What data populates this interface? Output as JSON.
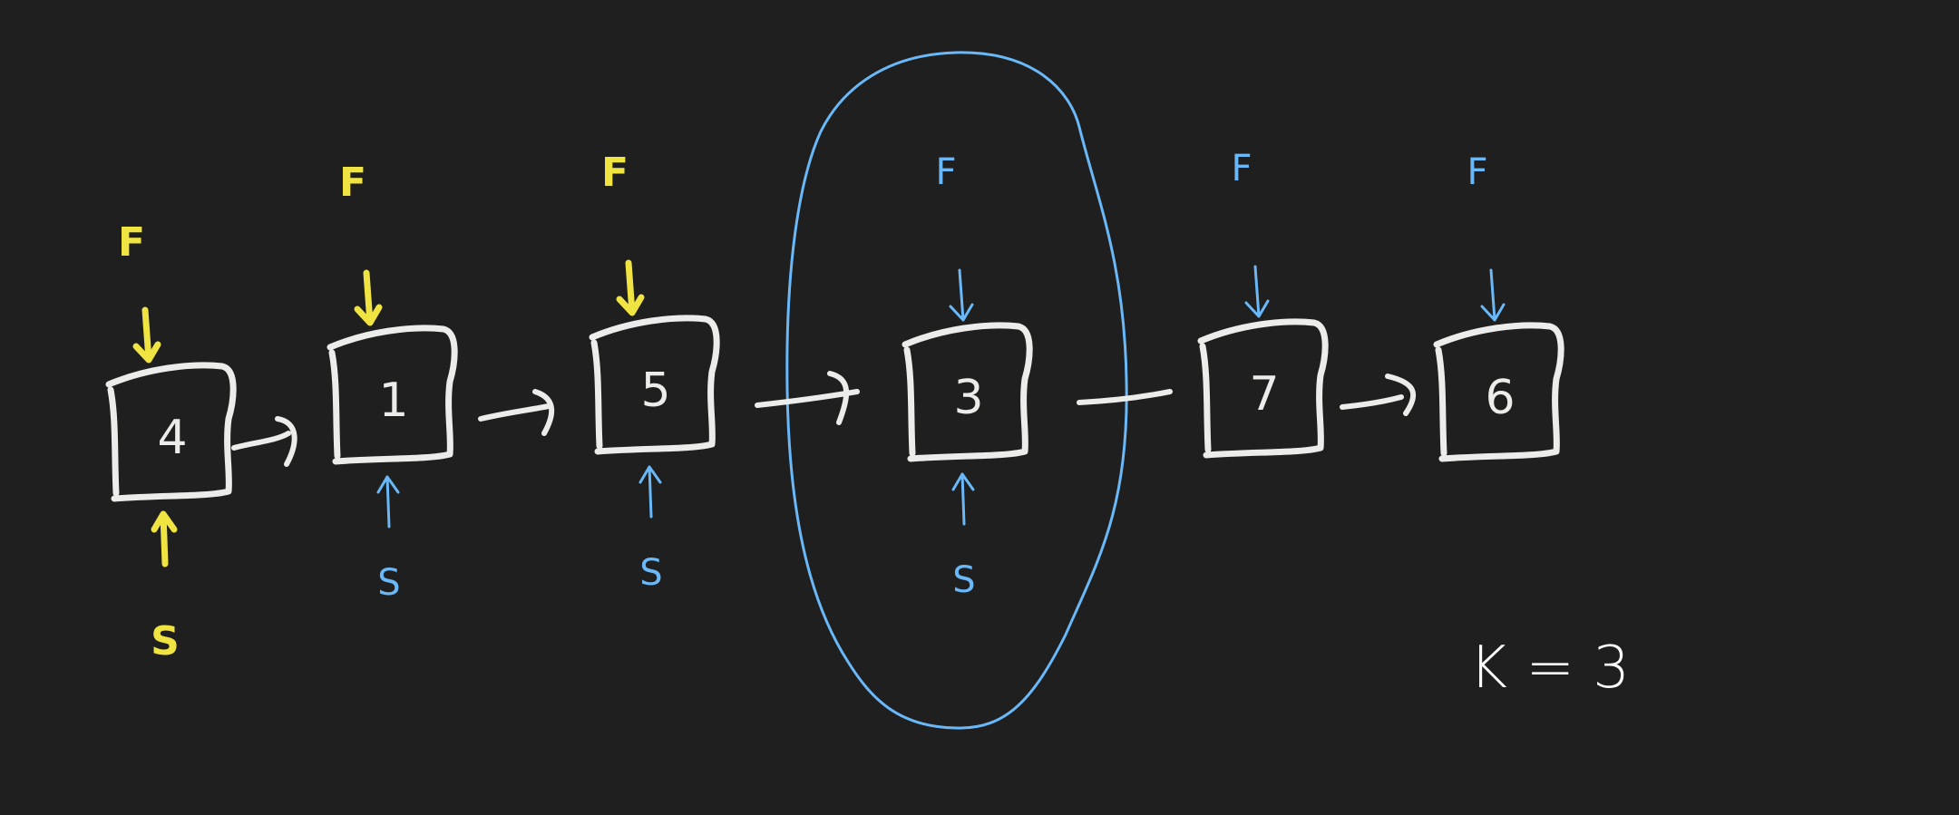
{
  "diagram": {
    "nodes": [
      {
        "value": "4",
        "fast_label": "F",
        "slow_label": "S",
        "fast_color": "#f0e442",
        "slow_color": "#f0e442"
      },
      {
        "value": "1",
        "fast_label": "F",
        "slow_label": "S",
        "fast_color": "#f0e442",
        "slow_color": "#6ab8f7"
      },
      {
        "value": "5",
        "fast_label": "F",
        "slow_label": "S",
        "fast_color": "#f0e442",
        "slow_color": "#6ab8f7"
      },
      {
        "value": "3",
        "fast_label": "F",
        "slow_label": "S",
        "fast_color": "#6ab8f7",
        "slow_color": "#6ab8f7"
      },
      {
        "value": "7",
        "fast_label": "F",
        "slow_label": "",
        "fast_color": "#6ab8f7",
        "slow_color": ""
      },
      {
        "value": "6",
        "fast_label": "F",
        "slow_label": "",
        "fast_color": "#6ab8f7",
        "slow_color": ""
      }
    ],
    "k_label": "K = 3",
    "highlight_color": "#6ab8f7",
    "background": "#1f1f1f"
  }
}
